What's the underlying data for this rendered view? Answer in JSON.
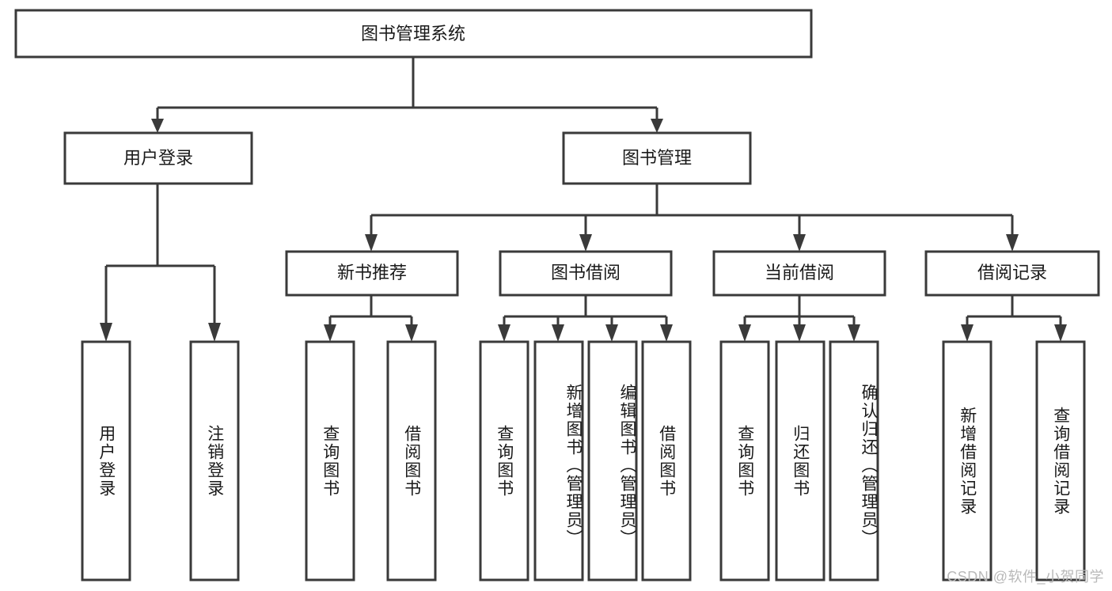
{
  "diagram": {
    "title": "图书管理系统",
    "type": "tree-hierarchy-flowchart",
    "colors": {
      "stroke": "#3a3a3a",
      "box_fill": "#ffffff",
      "text": "#1a1a1a",
      "watermark": "#b9b9b9",
      "background": "#ffffff"
    },
    "root": {
      "label": "图书管理系统"
    },
    "level2": [
      {
        "label": "用户登录"
      },
      {
        "label": "图书管理"
      }
    ],
    "level3": [
      {
        "label": "新书推荐"
      },
      {
        "label": "图书借阅"
      },
      {
        "label": "当前借阅"
      },
      {
        "label": "借阅记录"
      }
    ],
    "leaves": {
      "user_login": [
        {
          "label": "用户登录"
        },
        {
          "label": "注销登录"
        }
      ],
      "new_book_recommend": [
        {
          "label": "查询图书"
        },
        {
          "label": "借阅图书"
        }
      ],
      "book_borrow": [
        {
          "label": "查询图书"
        },
        {
          "label": "新增图书（管理员）"
        },
        {
          "label": "编辑图书（管理员）"
        },
        {
          "label": "借阅图书"
        }
      ],
      "current_borrow": [
        {
          "label": "查询图书"
        },
        {
          "label": "归还图书"
        },
        {
          "label": "确认归还（管理员）"
        }
      ],
      "borrow_record": [
        {
          "label": "新增借阅记录"
        },
        {
          "label": "查询借阅记录"
        }
      ]
    }
  },
  "watermark": {
    "text": "CSDN @软件_小贺同学"
  }
}
